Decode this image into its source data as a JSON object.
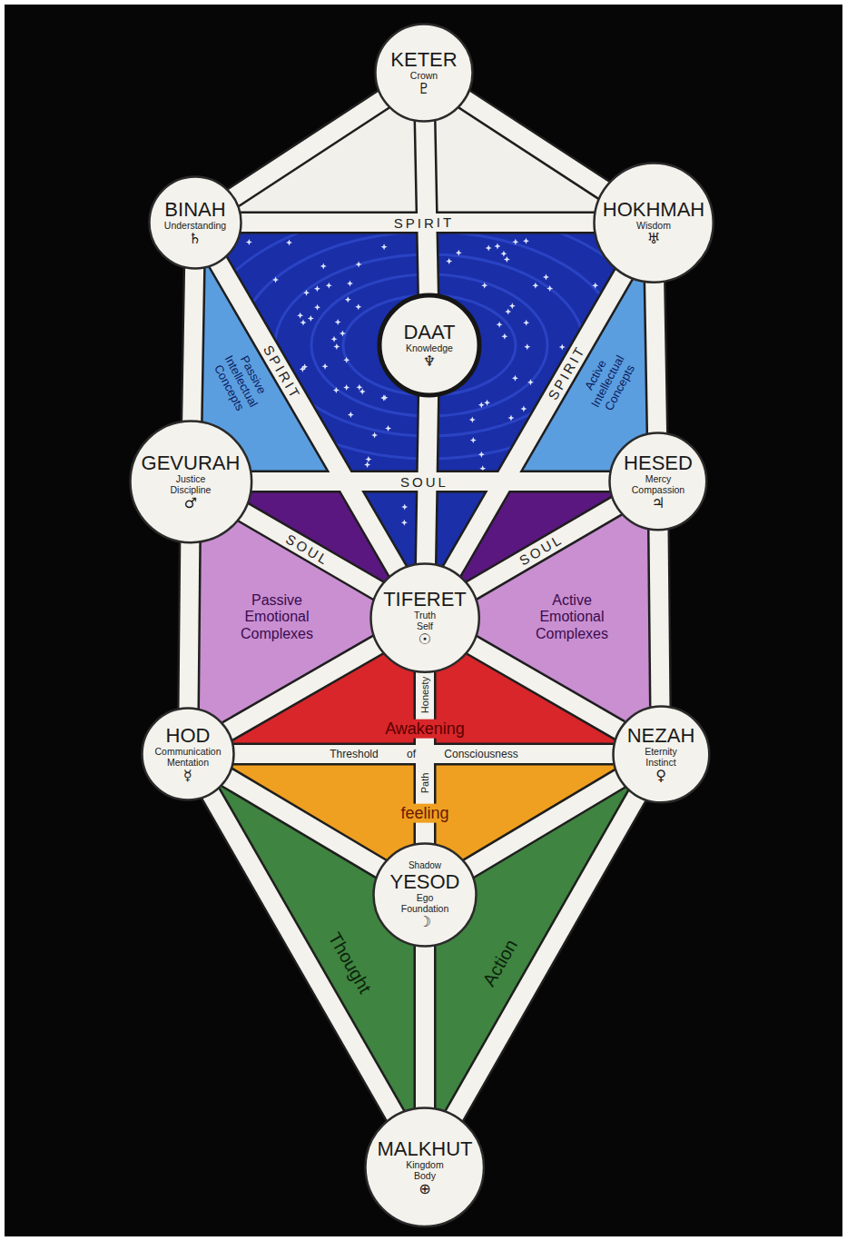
{
  "diagram": {
    "nodes": [
      {
        "text": [
          "KETER",
          "Crown",
          "♇"
        ]
      },
      {
        "text": [
          "BINAH",
          "Understanding",
          "♄"
        ]
      },
      {
        "text": [
          "HOKHMAH",
          "Wisdom",
          "♅"
        ]
      },
      {
        "text": [
          "DAAT",
          "Knowledge",
          "♆"
        ]
      },
      {
        "text": [
          "GEVURAH",
          "Justice Discipline",
          "♂"
        ]
      },
      {
        "text": [
          "HESED",
          "Mercy Compassion",
          "♃"
        ]
      },
      {
        "text": [
          "TIFERET",
          "Truth Self",
          "☉"
        ]
      },
      {
        "text": [
          "HOD",
          "Communication Mentation",
          "☿"
        ]
      },
      {
        "text": [
          "NEZAH",
          "Eternity Instinct",
          "♀"
        ]
      },
      {
        "text": [
          "Shadow",
          "YESOD",
          "Ego Foundation",
          "☽"
        ]
      },
      {
        "text": [
          "MALKHUT",
          "Kingdom Body",
          "⊕"
        ]
      }
    ],
    "edges": [
      {
        "from": 0,
        "to": 1,
        "arrow": "none"
      },
      {
        "from": 0,
        "to": 2,
        "arrow": "none"
      },
      {
        "from": 0,
        "to": 3,
        "arrow": "none"
      },
      {
        "from": 1,
        "to": 2,
        "label": "SPIRIT",
        "arrow": "none"
      },
      {
        "from": 1,
        "to": 4,
        "arrow": "none"
      },
      {
        "from": 2,
        "to": 5,
        "arrow": "none"
      },
      {
        "from": 1,
        "to": 6,
        "label": "SPIRIT",
        "arrow": "none"
      },
      {
        "from": 2,
        "to": 6,
        "label": "SPIRIT",
        "arrow": "none"
      },
      {
        "from": 3,
        "to": 6,
        "arrow": "none"
      },
      {
        "from": 4,
        "to": 5,
        "label": "SOUL",
        "arrow": "none"
      },
      {
        "from": 4,
        "to": 6,
        "label": "SOUL",
        "arrow": "none"
      },
      {
        "from": 5,
        "to": 6,
        "label": "SOUL",
        "arrow": "none"
      },
      {
        "from": 4,
        "to": 7,
        "arrow": "none"
      },
      {
        "from": 5,
        "to": 8,
        "arrow": "none"
      },
      {
        "from": 6,
        "to": 7,
        "arrow": "none"
      },
      {
        "from": 6,
        "to": 8,
        "arrow": "none"
      },
      {
        "from": 7,
        "to": 8,
        "label": "Threshold of Consciousness",
        "arrow": "none"
      },
      {
        "from": 6,
        "to": 9,
        "arrow": "none"
      },
      {
        "from": 7,
        "to": 9,
        "arrow": "none"
      },
      {
        "from": 8,
        "to": 9,
        "arrow": "none"
      },
      {
        "from": 7,
        "to": 10,
        "arrow": "none"
      },
      {
        "from": 8,
        "to": 10,
        "arrow": "none"
      },
      {
        "from": 9,
        "to": 10,
        "arrow": "none"
      }
    ],
    "labels": [
      "Passive Intellectual Concepts",
      "Active Intellectual Concepts",
      "Passive Emotional Complexes",
      "Active Emotional Complexes",
      "Awakening",
      "Honesty",
      "feeling",
      "Path",
      "Thought",
      "Action"
    ]
  }
}
